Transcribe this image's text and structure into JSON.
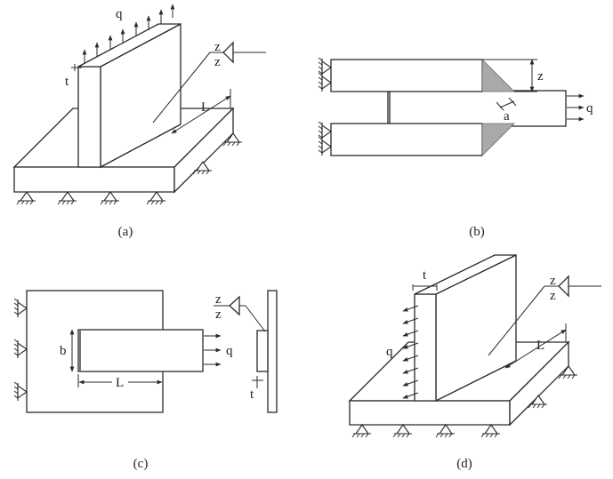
{
  "panels": {
    "a": {
      "caption": "(a)",
      "load_label": "q",
      "thickness_label": "t",
      "length_label": "L",
      "weld_label_top": "z",
      "weld_label_bottom": "z"
    },
    "b": {
      "caption": "(b)",
      "size_label": "z",
      "throat_label": "a",
      "load_label": "q"
    },
    "c": {
      "caption": "(c)",
      "width_label": "b",
      "length_label": "L",
      "load_label": "q",
      "thickness_label": "t",
      "weld_label_top": "z",
      "weld_label_bottom": "z"
    },
    "d": {
      "caption": "(d)",
      "load_label": "q",
      "thickness_label": "t",
      "length_label": "L",
      "weld_label_top": "z",
      "weld_label_bottom": "z"
    }
  }
}
